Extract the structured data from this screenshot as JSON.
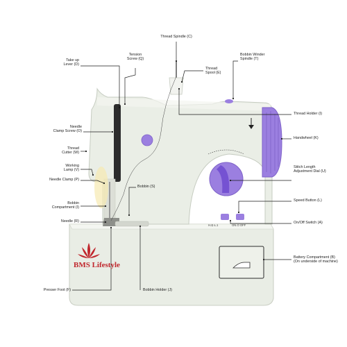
{
  "brand": {
    "name": "BMS Lifestyle",
    "logo": "lotus-flower",
    "color": "#c0262c"
  },
  "colors": {
    "body": "#eef1ea",
    "accent": "#9b7fe0",
    "line": "#1a1a1a",
    "brand": "#c0262c"
  },
  "labels": {
    "thread_spindle": "Thread Spindle (C)",
    "tension_screw_1": "Tension",
    "tension_screw_2": "Screw (Q)",
    "take_up_lever_1": "Take up",
    "take_up_lever_2": "Lever (D)",
    "thread_spool_1": "Thread",
    "thread_spool_2": "Spool (E)",
    "bobbin_winder_1": "Bobbin Winder",
    "bobbin_winder_2": "Spindle (T)",
    "thread_holder": "Thread Holder (I)",
    "needle_clamp_screw_1": "Needle",
    "needle_clamp_screw_2": "Clamp Screw (O)",
    "handwheel": "Handwheel (K)",
    "thread_cutter_1": "Thread",
    "thread_cutter_2": "Cutter (W)",
    "working_lamp_1": "Working",
    "working_lamp_2": "Lamp (V)",
    "needle_clamp": "Needle Clamp (P)",
    "stitch_dial_1": "Stitch Length",
    "stitch_dial_2": "Adjustment Dial (U)",
    "bobbin": "Bobbin (S)",
    "speed_button": "Speed Button (L)",
    "bobbin_compartment_1": "Bobbin",
    "bobbin_compartment_2": "Compartment (I)",
    "needle": "Needle (R)",
    "on_off_switch": "On/Off Switch (A)",
    "battery_1": "Battery Compartment (B)",
    "battery_2": "(On underside of machine)",
    "presser_foot": "Presser Foot (F)",
    "bobbin_holder": "Bobbin Holder (J)"
  },
  "button_marks": {
    "speed": "H.Ω  Ɫ.1",
    "power": "ON.O  OFF"
  }
}
